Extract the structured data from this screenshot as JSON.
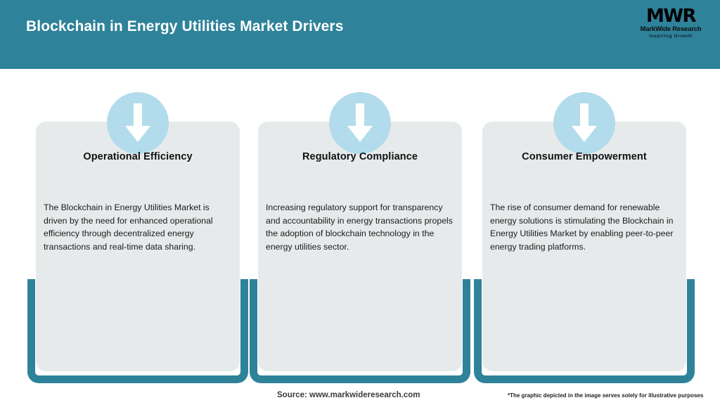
{
  "header": {
    "title": "Blockchain in Energy Utilities Market Drivers",
    "bg_color": "#2e8299",
    "logo": {
      "mark": "MWR",
      "name": "MarkWide Research",
      "tagline": "Inspiring Growth"
    }
  },
  "cards": [
    {
      "icon": "down-arrow-icon",
      "title": "Operational Efficiency",
      "text": "The Blockchain in Energy Utilities Market is driven by the need for enhanced operational efficiency through decentralized energy transactions and real-time data sharing."
    },
    {
      "icon": "down-arrow-icon",
      "title": "Regulatory Compliance",
      "text": "Increasing regulatory support for transparency and accountability in energy transactions propels the adoption of blockchain technology in the energy utilities sector."
    },
    {
      "icon": "down-arrow-icon",
      "title": "Consumer Empowerment",
      "text": "The rise of consumer demand for renewable energy solutions is stimulating the Blockchain in Energy Utilities Market by enabling peer-to-peer energy trading platforms."
    }
  ],
  "footer": {
    "source": "Source: www.markwideresearch.com",
    "disclaimer": "*The graphic depicted in the image serves solely for illustrative purposes"
  },
  "colors": {
    "accent_teal": "#2e8299",
    "card_bg": "#e7eaeb",
    "icon_circle": "#b2dceb",
    "page_bg": "#ffffff"
  }
}
